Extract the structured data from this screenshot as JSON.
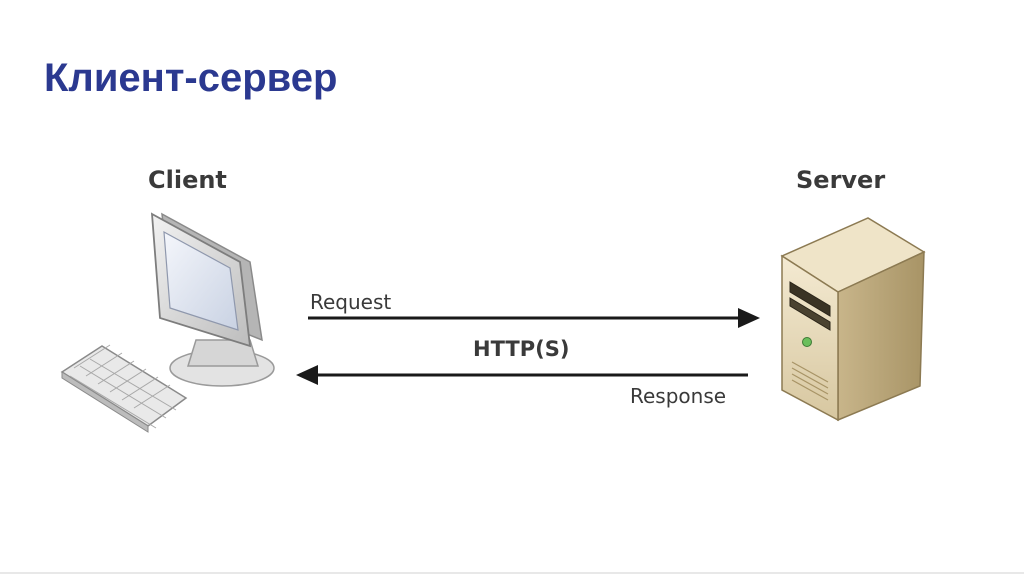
{
  "slide": {
    "title": "Клиент-сервер"
  },
  "diagram": {
    "client_label": "Client",
    "server_label": "Server",
    "request_label": "Request",
    "protocol_label": "HTTP(S)",
    "response_label": "Response",
    "icons": {
      "client": "computer-icon",
      "keyboard": "keyboard-icon",
      "server": "server-tower-icon"
    },
    "colors": {
      "title": "#2b3990",
      "arrow": "#1a1a1a",
      "text": "#3a3a3a"
    }
  }
}
